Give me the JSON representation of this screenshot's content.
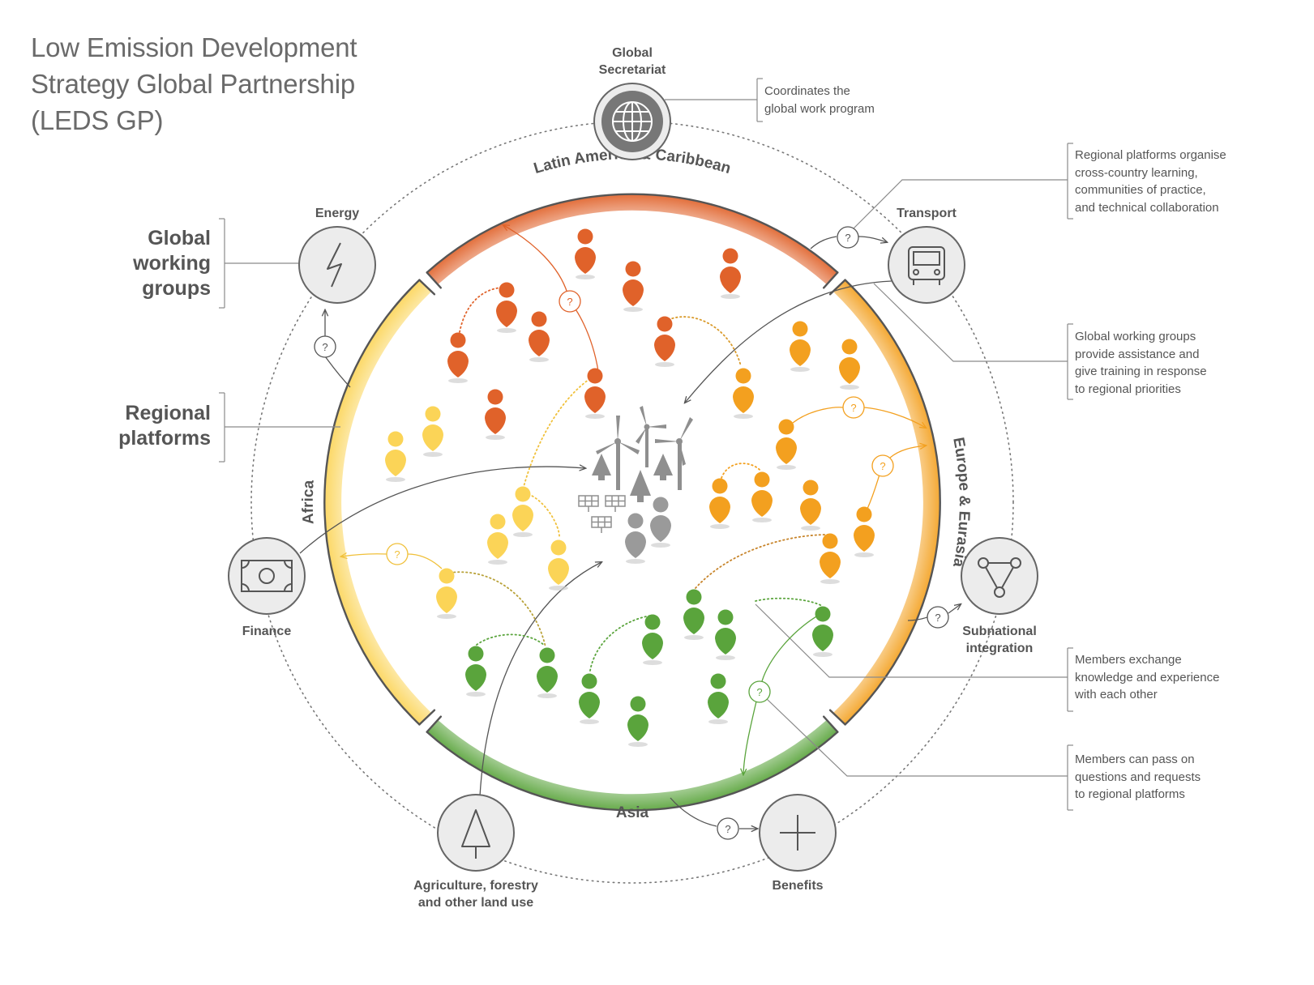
{
  "title_lines": [
    "Low Emission Development",
    "Strategy Global Partnership",
    "(LEDS GP)"
  ],
  "side_labels": {
    "working_groups": [
      "Global",
      "working",
      "groups"
    ],
    "regional_platforms": [
      "Regional",
      "platforms"
    ]
  },
  "regions": {
    "top": "Latin America & Caribbean",
    "left": "Africa",
    "right": "Europe & Eurasia",
    "bottom": "Asia"
  },
  "nodes": {
    "secretariat": [
      "Global",
      "Secretariat"
    ],
    "energy": "Energy",
    "transport": "Transport",
    "finance": "Finance",
    "subnational": [
      "Subnational",
      "integration"
    ],
    "agriculture": [
      "Agriculture, forestry",
      "and other land use"
    ],
    "benefits": "Benefits"
  },
  "notes": {
    "secretariat": [
      "Coordinates the",
      "global work program"
    ],
    "regional": [
      "Regional platforms organise",
      "cross-country learning,",
      "communities of practice,",
      "and technical collaboration"
    ],
    "working": [
      "Global working groups",
      "provide assistance and",
      "give training in response",
      "to regional priorities"
    ],
    "exchange": [
      "Members exchange",
      "knowledge and experience",
      "with each other"
    ],
    "questions": [
      "Members can pass on",
      "questions and requests",
      "to regional platforms"
    ]
  },
  "question_mark": "?",
  "icons": {
    "secretariat": "globe-icon",
    "energy": "lightning-icon",
    "transport": "bus-icon",
    "finance": "banknote-icon",
    "subnational": "network-triangle-icon",
    "agriculture": "tree-icon",
    "benefits": "plus-icon"
  },
  "colors": {
    "latin_america": "#e0622a",
    "europe": "#f3a01f",
    "africa": "#fbd457",
    "asia": "#5aa43c",
    "neutral": "#9a9a9a",
    "node_fill": "#ececec",
    "node_stroke": "#666666"
  }
}
